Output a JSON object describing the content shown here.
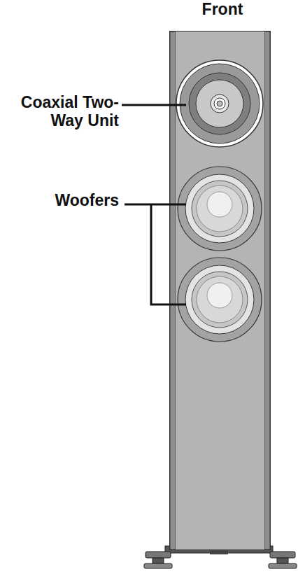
{
  "diagram": {
    "labels": [
      "Front",
      "Coaxial Two- Way Unit",
      "Woofers"
    ]
  }
}
